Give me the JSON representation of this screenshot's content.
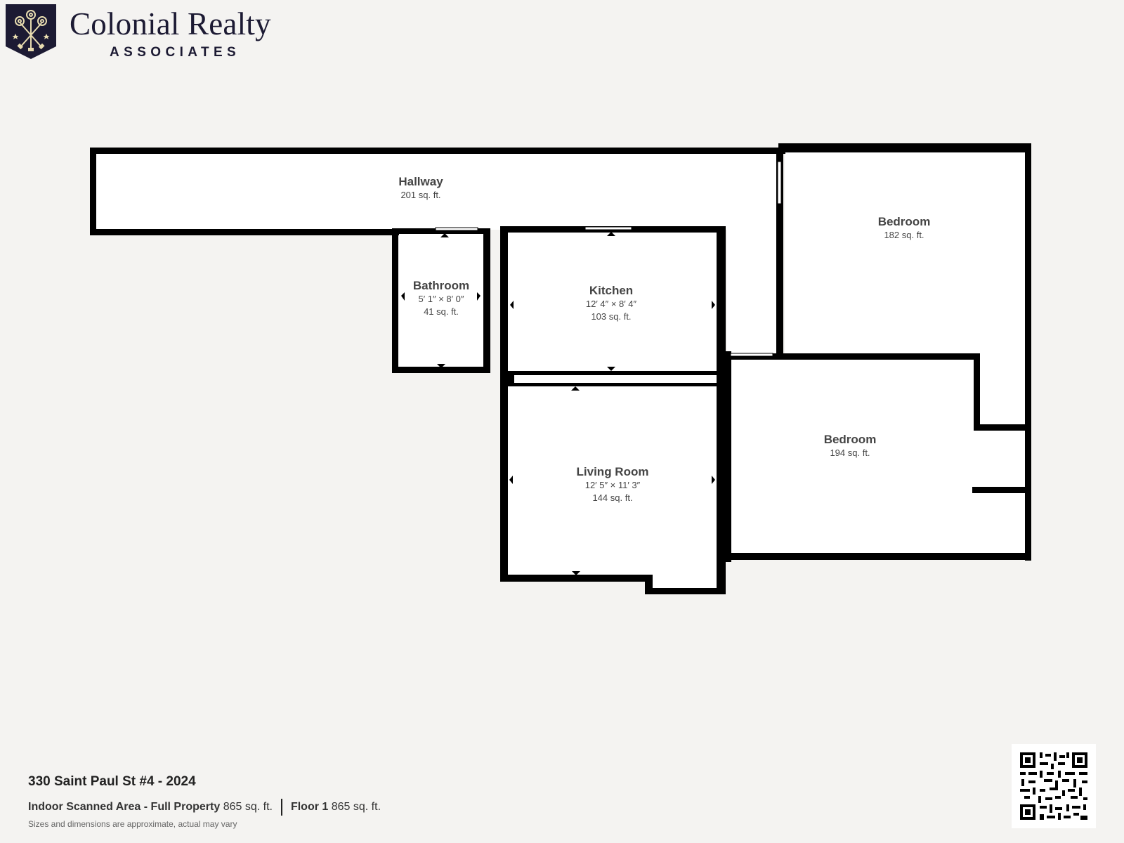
{
  "brand": {
    "name": "Colonial Realty",
    "subtitle": "ASSOCIATES",
    "emblem_icon": "crossed-keys-shield-icon",
    "colors": {
      "navy": "#1c1a33",
      "gold": "#e8dcb0"
    }
  },
  "floorplan": {
    "wall_color": "#000000",
    "floor_color": "#ffffff",
    "background": "#f4f3f1",
    "rooms": [
      {
        "name": "Hallway",
        "dimensions": "",
        "area": "201 sq. ft."
      },
      {
        "name": "Bedroom",
        "dimensions": "",
        "area": "182 sq. ft."
      },
      {
        "name": "Bathroom",
        "dimensions": "5′ 1″ × 8′ 0″",
        "area": "41 sq. ft."
      },
      {
        "name": "Kitchen",
        "dimensions": "12′ 4″ × 8′ 4″",
        "area": "103 sq. ft."
      },
      {
        "name": "Bedroom",
        "dimensions": "",
        "area": "194 sq. ft."
      },
      {
        "name": "Living Room",
        "dimensions": "12′ 5″ × 11′ 3″",
        "area": "144 sq. ft."
      }
    ]
  },
  "footer": {
    "title": "330 Saint Paul St #4 - 2024",
    "summary": [
      {
        "label": "Indoor Scanned Area - Full Property",
        "value": "865 sq. ft."
      },
      {
        "label": "Floor 1",
        "value": "865 sq. ft."
      }
    ],
    "note": "Sizes and dimensions are approximate, actual may vary",
    "qr_icon": "qr-code-icon"
  }
}
